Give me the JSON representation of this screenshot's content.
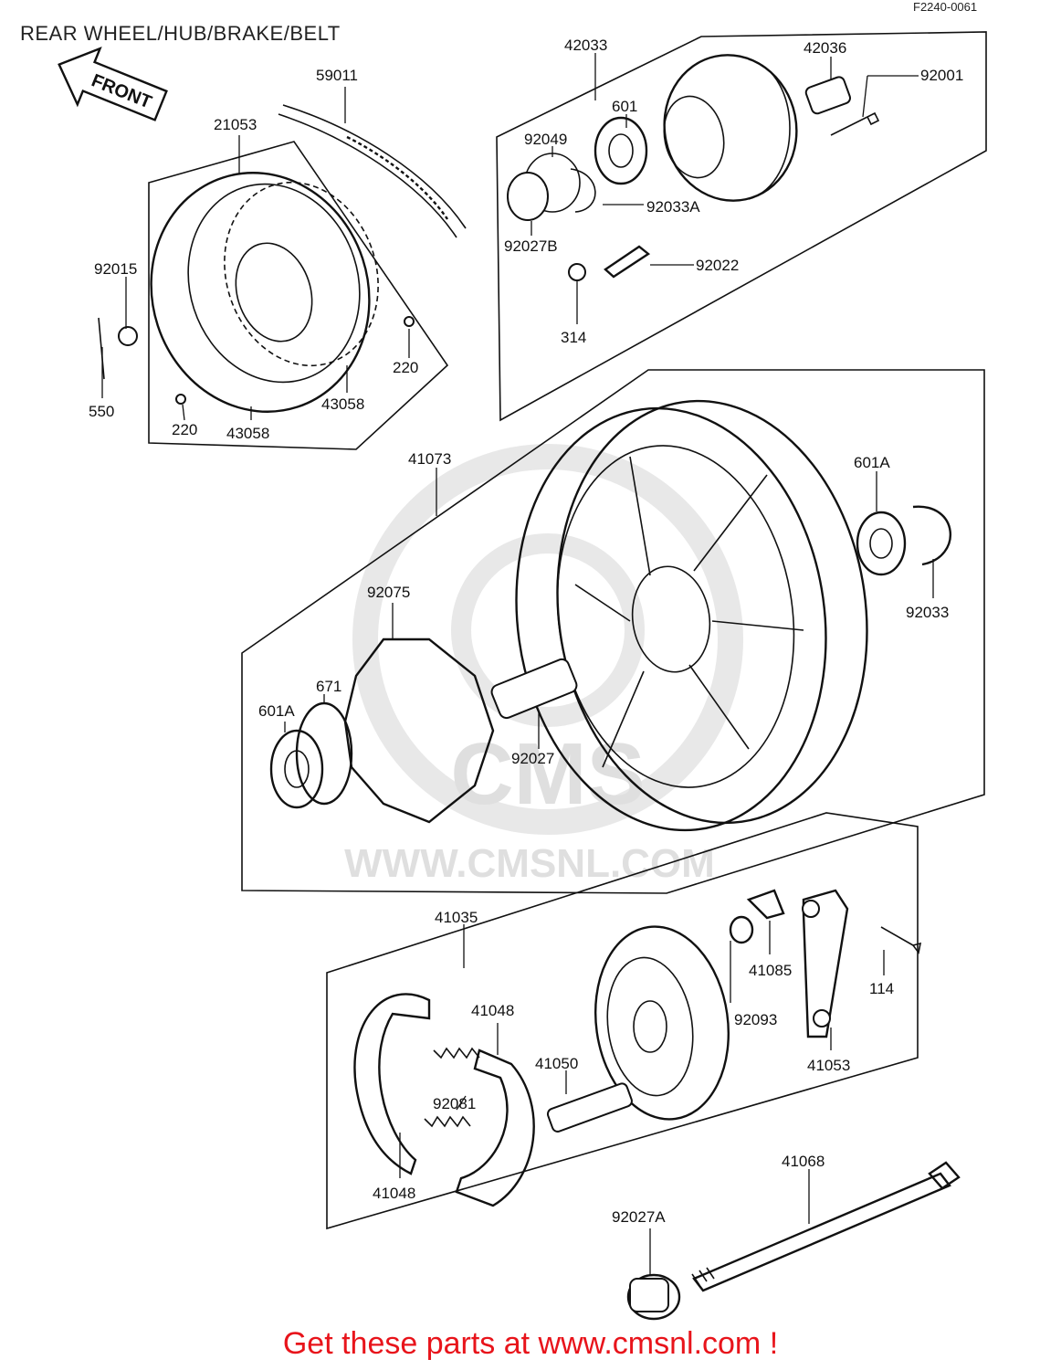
{
  "title": "REAR WHEEL/HUB/BRAKE/BELT",
  "figure_ref": "F2240-0061",
  "front_label": "FRONT",
  "watermark": "WWW.CMSNL.COM",
  "watermark_logo": "CMS",
  "footer": "Get these parts at www.cmsnl.com !",
  "colors": {
    "footer": "#e8141b",
    "lines": "#111111",
    "watermark": "#dcdcdc"
  },
  "parts": {
    "p59011": "59011",
    "p21053": "21053",
    "p92015": "92015",
    "p550": "550",
    "p220a": "220",
    "p220b": "220",
    "p43058a": "43058",
    "p43058b": "43058",
    "p42033": "42033",
    "p42036": "42036",
    "p92001": "92001",
    "p601": "601",
    "p92049": "92049",
    "p92033A": "92033A",
    "p92027B": "92027B",
    "p92022": "92022",
    "p314": "314",
    "p41073": "41073",
    "p601Aa": "601A",
    "p92033": "92033",
    "p92075": "92075",
    "p671": "671",
    "p601Ab": "601A",
    "p92027": "92027",
    "p41035": "41035",
    "p41085": "41085",
    "p114": "114",
    "p92093": "92093",
    "p41053": "41053",
    "p41048a": "41048",
    "p41050": "41050",
    "p92081": "92081",
    "p41048b": "41048",
    "p41068": "41068",
    "p92027A": "92027A"
  }
}
